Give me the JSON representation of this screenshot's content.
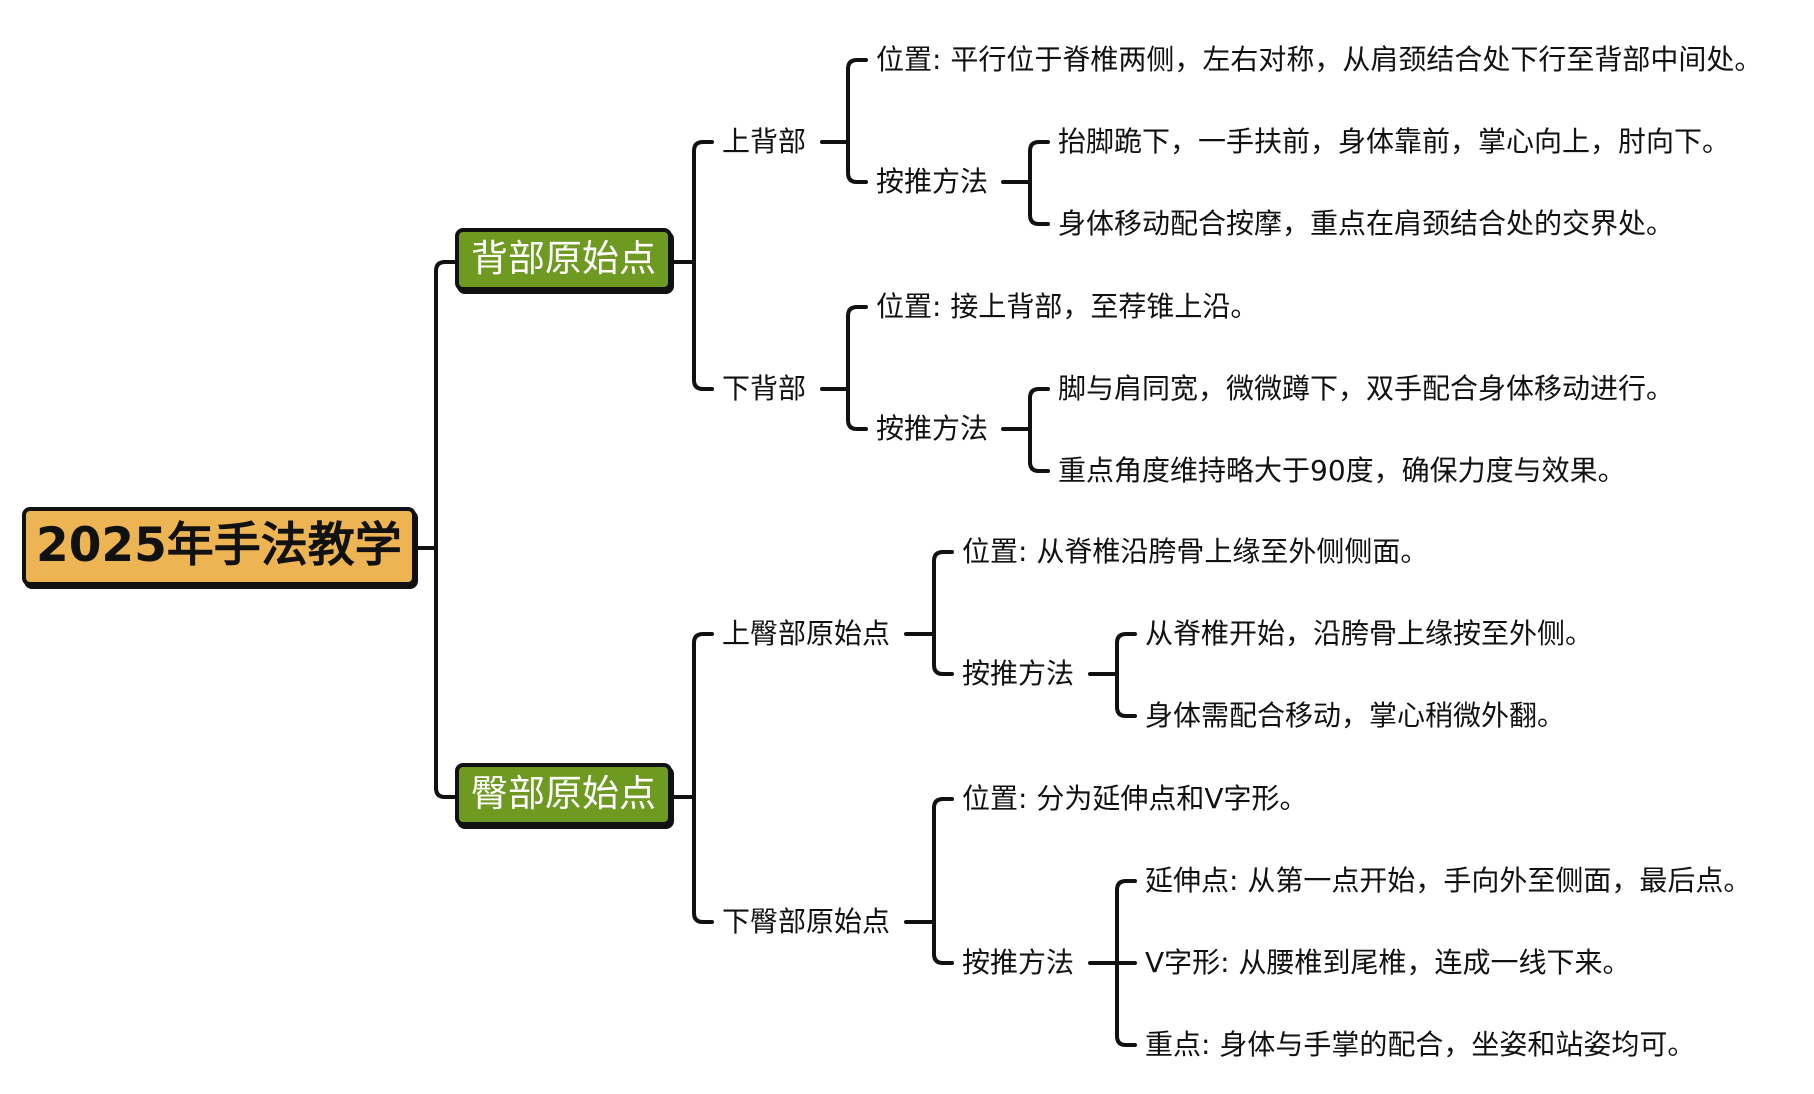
{
  "root": "2025年手法教学",
  "branches": [
    {
      "label": "背部原始点",
      "children": [
        {
          "label": "上背部",
          "position": "位置: 平行位于脊椎两侧，左右对称，从肩颈结合处下行至背部中间处。",
          "method": "按推方法",
          "steps": [
            "抬脚跪下，一手扶前，身体靠前，掌心向上，肘向下。",
            "身体移动配合按摩，重点在肩颈结合处的交界处。"
          ]
        },
        {
          "label": "下背部",
          "position": "位置: 接上背部，至荐锥上沿。",
          "method": "按推方法",
          "steps": [
            "脚与肩同宽，微微蹲下，双手配合身体移动进行。",
            "重点角度维持略大于90度，确保力度与效果。"
          ]
        }
      ]
    },
    {
      "label": "臀部原始点",
      "children": [
        {
          "label": "上臀部原始点",
          "position": "位置: 从脊椎沿胯骨上缘至外侧侧面。",
          "method": "按推方法",
          "steps": [
            "从脊椎开始，沿胯骨上缘按至外侧。",
            "身体需配合移动，掌心稍微外翻。"
          ]
        },
        {
          "label": "下臀部原始点",
          "position": "位置: 分为延伸点和V字形。",
          "method": "按推方法",
          "steps": [
            "延伸点: 从第一点开始，手向外至侧面，最后点。",
            "V字形: 从腰椎到尾椎，连成一线下来。",
            "重点: 身体与手掌的配合，坐姿和站姿均可。"
          ]
        }
      ]
    }
  ]
}
